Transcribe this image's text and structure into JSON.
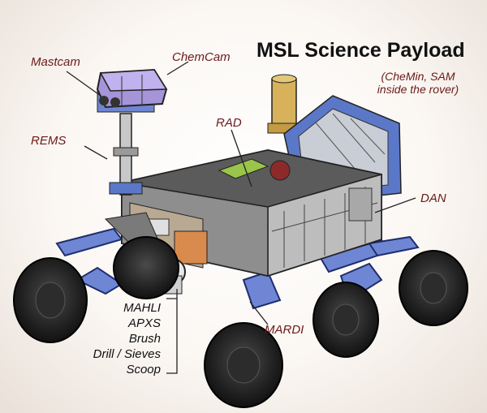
{
  "diagram": {
    "title": "MSL Science Payload",
    "note": "(CheMin, SAM inside the rover)",
    "labels": {
      "mastcam": "Mastcam",
      "chemcam": "ChemCam",
      "rems": "REMS",
      "rad": "RAD",
      "dan": "DAN",
      "mardi": "MARDI"
    },
    "arm_instruments": [
      "MAHLI",
      "APXS",
      "Brush",
      "Drill / Sieves",
      "Scoop"
    ]
  }
}
